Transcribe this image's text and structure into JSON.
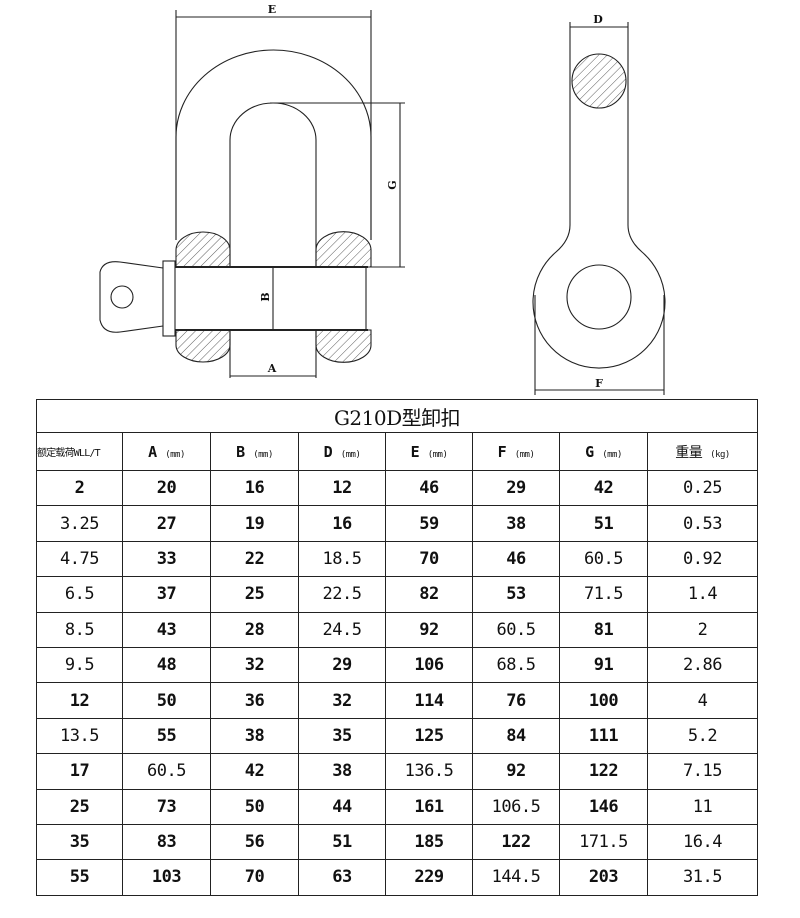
{
  "diagram": {
    "labels": {
      "E": "E",
      "G": "G",
      "B": "B",
      "A": "A",
      "D": "D",
      "F": "F"
    }
  },
  "table": {
    "title": "G210D型卸扣",
    "headers": [
      {
        "label": "额定载荷WLL/T",
        "unit": ""
      },
      {
        "label": "A",
        "unit": "(mm)"
      },
      {
        "label": "B",
        "unit": "(mm)"
      },
      {
        "label": "D",
        "unit": "(mm)"
      },
      {
        "label": "E",
        "unit": "(mm)"
      },
      {
        "label": "F",
        "unit": "(mm)"
      },
      {
        "label": "G",
        "unit": "(mm)"
      },
      {
        "label": "重量",
        "unit": "(kg)"
      }
    ],
    "rows": [
      [
        "2",
        "20",
        "16",
        "12",
        "46",
        "29",
        "42",
        "0.25"
      ],
      [
        "3.25",
        "27",
        "19",
        "16",
        "59",
        "38",
        "51",
        "0.53"
      ],
      [
        "4.75",
        "33",
        "22",
        "18.5",
        "70",
        "46",
        "60.5",
        "0.92"
      ],
      [
        "6.5",
        "37",
        "25",
        "22.5",
        "82",
        "53",
        "71.5",
        "1.4"
      ],
      [
        "8.5",
        "43",
        "28",
        "24.5",
        "92",
        "60.5",
        "81",
        "2"
      ],
      [
        "9.5",
        "48",
        "32",
        "29",
        "106",
        "68.5",
        "91",
        "2.86"
      ],
      [
        "12",
        "50",
        "36",
        "32",
        "114",
        "76",
        "100",
        "4"
      ],
      [
        "13.5",
        "55",
        "38",
        "35",
        "125",
        "84",
        "111",
        "5.2"
      ],
      [
        "17",
        "60.5",
        "42",
        "38",
        "136.5",
        "92",
        "122",
        "7.15"
      ],
      [
        "25",
        "73",
        "50",
        "44",
        "161",
        "106.5",
        "146",
        "11"
      ],
      [
        "35",
        "83",
        "56",
        "51",
        "185",
        "122",
        "171.5",
        "16.4"
      ],
      [
        "55",
        "103",
        "70",
        "63",
        "229",
        "144.5",
        "203",
        "31.5"
      ]
    ]
  }
}
